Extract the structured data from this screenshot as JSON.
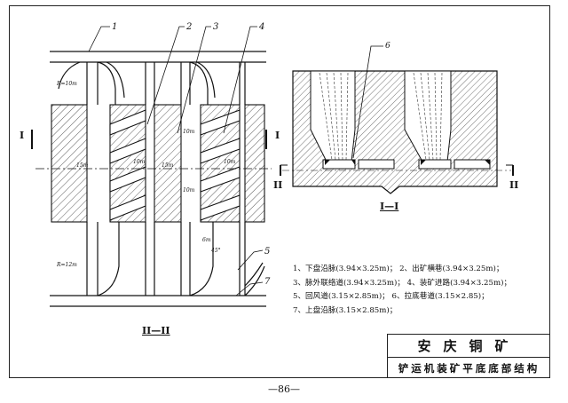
{
  "drawing": {
    "callouts": [
      "1",
      "2",
      "3",
      "4",
      "5",
      "6",
      "7"
    ],
    "dimensions": {
      "radius_top": "R=10m",
      "radius_bottom": "R=12m",
      "width_15m_a": "15m",
      "width_15m_b": "15m",
      "spacing_10m_a": "10m",
      "spacing_10m_b": "10m",
      "spacing_10m_c": "10m",
      "spacing_10m_d": "10m",
      "angle": "45°",
      "dim_6m": "6m"
    },
    "section_marks": {
      "left_top": "I",
      "left_bottom": "I",
      "right_left": "II",
      "right_right": "II",
      "right_view_caption": "I—I",
      "left_view_caption": "II—II"
    }
  },
  "legend": {
    "lines": [
      "1、下盘沿脉(3.94×3.25m)； 2、出矿横巷(3.94×3.25m)；",
      "3、脉外联络道(3.94×3.25m)；  4、装矿进路(3.94×3.25m)；",
      "5、回风道(3.15×2.85m)；  6、拉底巷道(3.15×2.85)；",
      "7、上盘沿脉(3.15×2.85m)；"
    ]
  },
  "title_block": {
    "company": "安庆铜矿",
    "drawing_title": "铲运机装矿平底底部结构"
  },
  "footer": {
    "page_number": "—86—"
  }
}
